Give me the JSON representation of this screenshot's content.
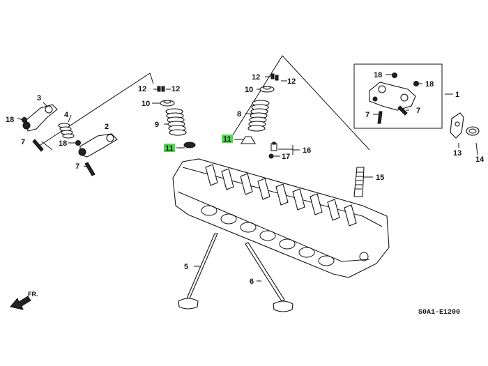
{
  "diagram_code": "S0A1-E1200",
  "front_label": "FR.",
  "accent_color": "#4cd94c",
  "callouts": {
    "c1": "1",
    "c2": "2",
    "c3": "3",
    "c4": "4",
    "c5": "5",
    "c6": "6",
    "c7a": "7",
    "c7b": "7",
    "c7c": "7",
    "c7d": "7",
    "c8": "8",
    "c9": "9",
    "c10a": "10",
    "c10b": "10",
    "c11a": "11",
    "c11b": "11",
    "c12a": "12",
    "c12b": "12",
    "c12c": "12",
    "c12d": "12",
    "c13": "13",
    "c14": "14",
    "c15": "15",
    "c16": "16",
    "c17": "17",
    "c18a": "18",
    "c18b": "18",
    "c18c": "18",
    "c18d": "18"
  }
}
